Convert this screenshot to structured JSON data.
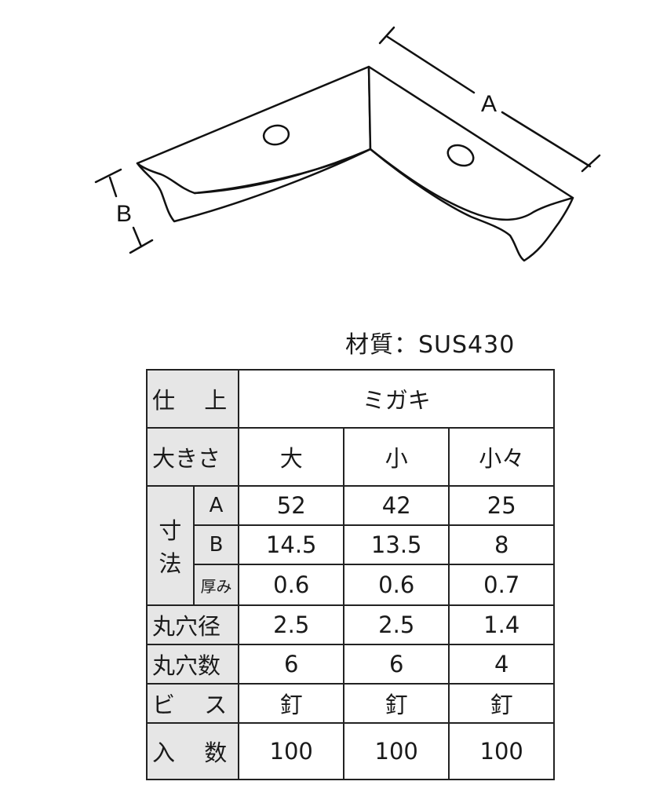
{
  "diagram": {
    "label_a": "A",
    "label_b": "B"
  },
  "material": "材質：SUS430",
  "table": {
    "finish_label": "仕 上",
    "finish_value": "ミガキ",
    "size_label": "大きさ",
    "sizes": [
      "大",
      "小",
      "小々"
    ],
    "dim_label_top": "寸",
    "dim_label_bottom": "法",
    "dim_rows": [
      {
        "label": "A",
        "values": [
          "52",
          "42",
          "25"
        ]
      },
      {
        "label": "B",
        "values": [
          "14.5",
          "13.5",
          "8"
        ]
      },
      {
        "label": "厚み",
        "values": [
          "0.6",
          "0.6",
          "0.7"
        ]
      }
    ],
    "other_rows": [
      {
        "label": "丸穴径",
        "values": [
          "2.5",
          "2.5",
          "1.4"
        ]
      },
      {
        "label": "丸穴数",
        "values": [
          "6",
          "6",
          "4"
        ]
      },
      {
        "label": "ビ ス",
        "values": [
          "釘",
          "釘",
          "釘"
        ]
      },
      {
        "label": "入 数",
        "values": [
          "100",
          "100",
          "100"
        ]
      }
    ]
  }
}
